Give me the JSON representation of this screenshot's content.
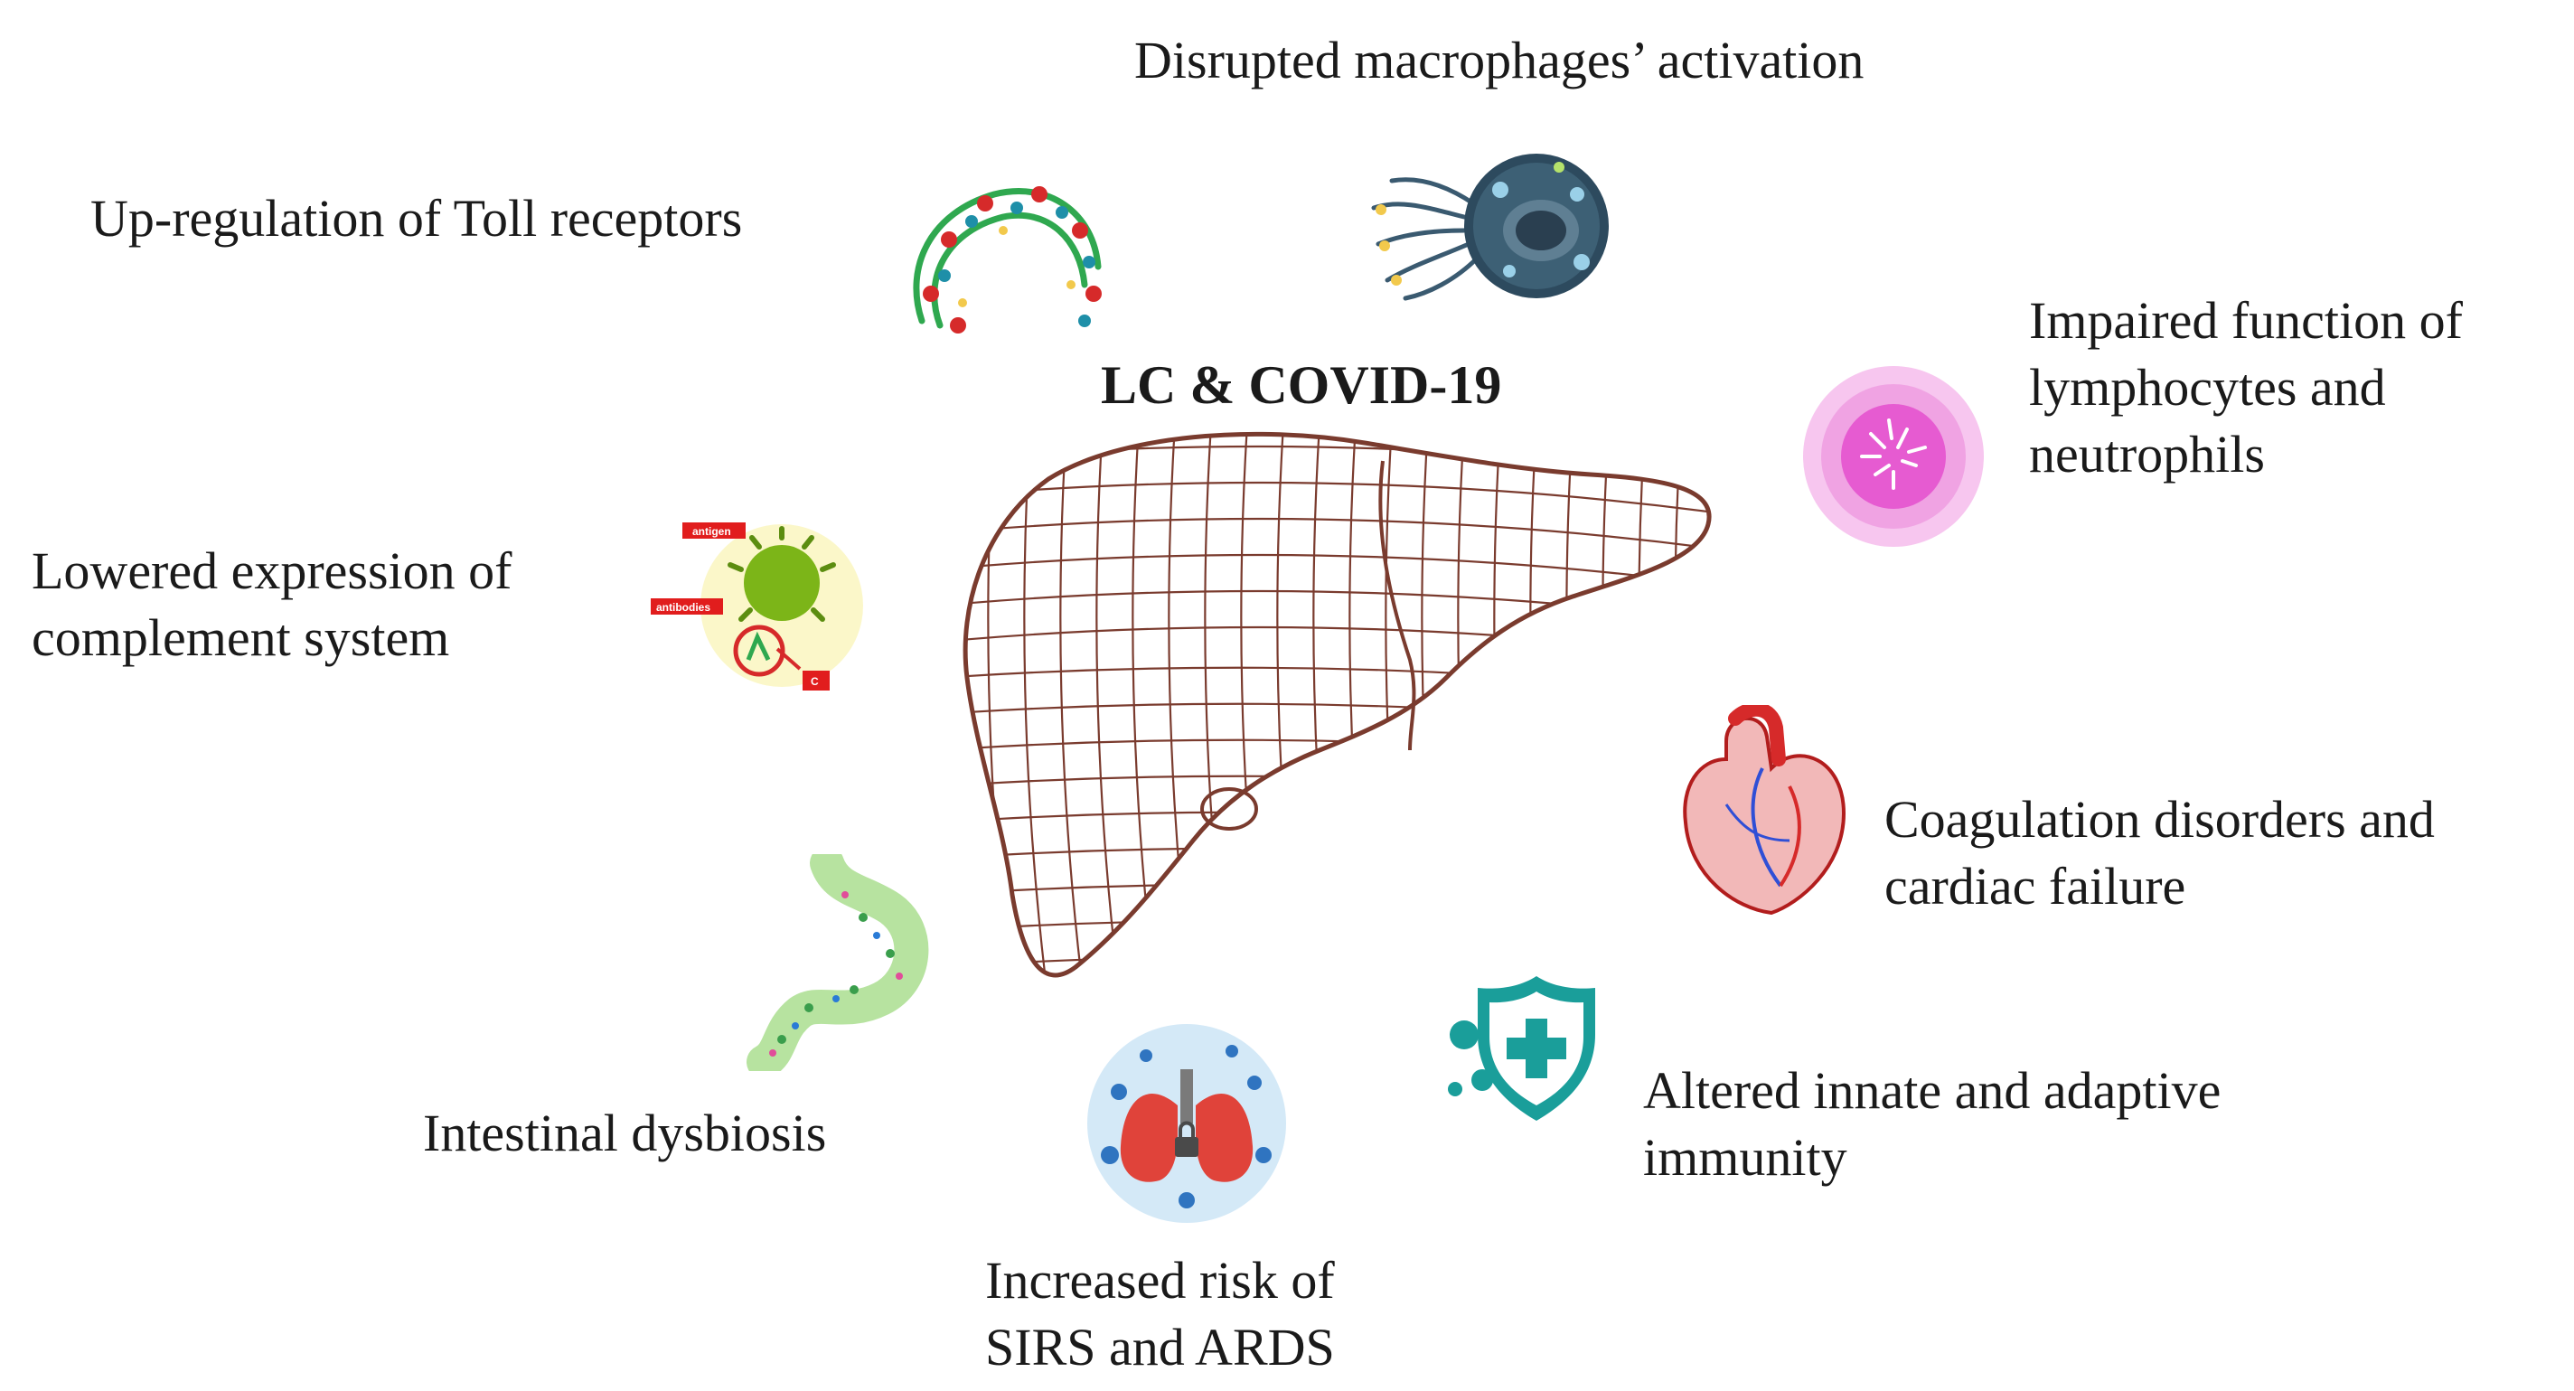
{
  "center_title": "LC & COVID-19",
  "items": {
    "macrophages": {
      "lines": [
        "Disrupted macrophages’ activation"
      ],
      "icon": "macrophage-icon"
    },
    "toll": {
      "lines": [
        "Up-regulation of Toll receptors"
      ],
      "icon": "toll-receptor-protein-icon"
    },
    "lymphocytes": {
      "lines": [
        "Impaired function of",
        "lymphocytes and",
        "neutrophils"
      ],
      "icon": "lymphocyte-icon"
    },
    "complement": {
      "lines": [
        "Lowered expression of",
        "complement system"
      ],
      "icon": "complement-virus-icon",
      "icon_labels": [
        "antigen",
        "antibodies",
        "C"
      ]
    },
    "coagulation": {
      "lines": [
        "Coagulation disorders and",
        "cardiac failure"
      ],
      "icon": "heart-icon"
    },
    "dysbiosis": {
      "lines": [
        "Intestinal dysbiosis"
      ],
      "icon": "stomach-intestine-icon"
    },
    "immunity": {
      "lines": [
        "Altered innate and adaptive",
        "immunity"
      ],
      "icon": "shield-virus-icon"
    },
    "sirs": {
      "lines": [
        "Increased risk of",
        "SIRS and ARDS"
      ],
      "icon": "lungs-icon"
    }
  },
  "colors": {
    "liver_mesh": "#7a3b2e",
    "heart": "#d62a2a",
    "shield": "#1a9e9a",
    "lungs": "#e0433a",
    "virus": "#7cb518",
    "lymphocyte": "#e65bd1",
    "macrophage": "#2d4a5e"
  }
}
